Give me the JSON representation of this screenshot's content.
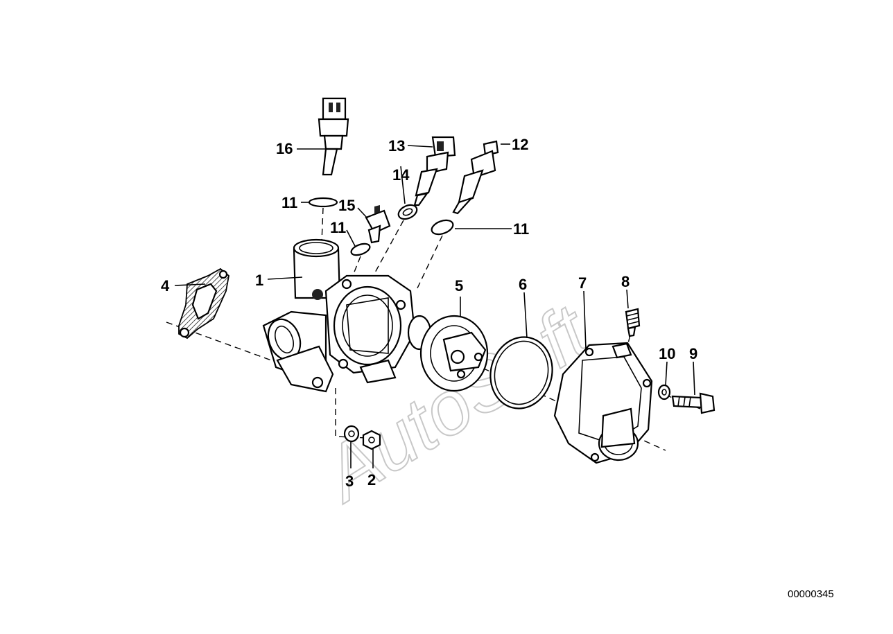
{
  "diagram": {
    "document_number": "00000345",
    "watermark": "AutoSoft",
    "callouts": [
      {
        "id": "1",
        "label": "1"
      },
      {
        "id": "2",
        "label": "2"
      },
      {
        "id": "3",
        "label": "3"
      },
      {
        "id": "4",
        "label": "4"
      },
      {
        "id": "5",
        "label": "5"
      },
      {
        "id": "6",
        "label": "6"
      },
      {
        "id": "7",
        "label": "7"
      },
      {
        "id": "8",
        "label": "8"
      },
      {
        "id": "9",
        "label": "9"
      },
      {
        "id": "10",
        "label": "10"
      },
      {
        "id": "11a",
        "label": "11"
      },
      {
        "id": "11b",
        "label": "11"
      },
      {
        "id": "11c",
        "label": "11"
      },
      {
        "id": "12",
        "label": "12"
      },
      {
        "id": "13",
        "label": "13"
      },
      {
        "id": "14",
        "label": "14"
      },
      {
        "id": "15",
        "label": "15"
      },
      {
        "id": "16",
        "label": "16"
      }
    ]
  }
}
